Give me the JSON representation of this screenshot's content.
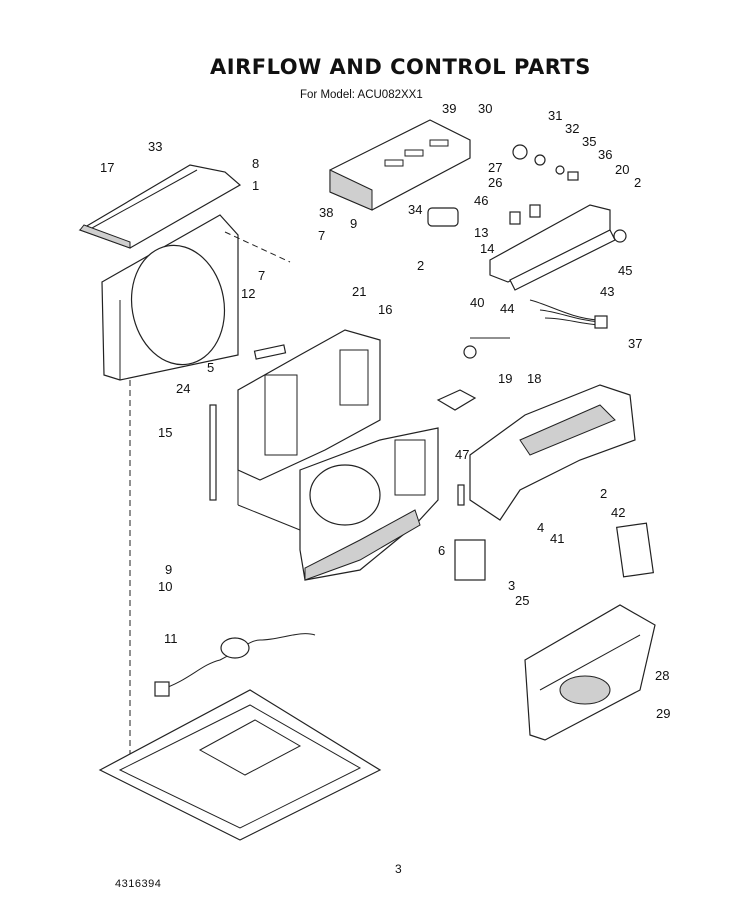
{
  "title": "AIRFLOW AND CONTROL PARTS",
  "subtitle": "For Model: ACU082XX1",
  "page_number": "3",
  "document_number": "4316394",
  "callouts": [
    "39",
    "30",
    "31",
    "32",
    "35",
    "36",
    "20",
    "2",
    "33",
    "17",
    "8",
    "1",
    "27",
    "26",
    "9",
    "38",
    "34",
    "46",
    "13",
    "7",
    "14",
    "45",
    "2",
    "21",
    "43",
    "44",
    "40",
    "7",
    "12",
    "16",
    "37",
    "5",
    "24",
    "19",
    "18",
    "15",
    "47",
    "2",
    "42",
    "4",
    "41",
    "9",
    "10",
    "6",
    "3",
    "25",
    "11",
    "28",
    "29"
  ]
}
